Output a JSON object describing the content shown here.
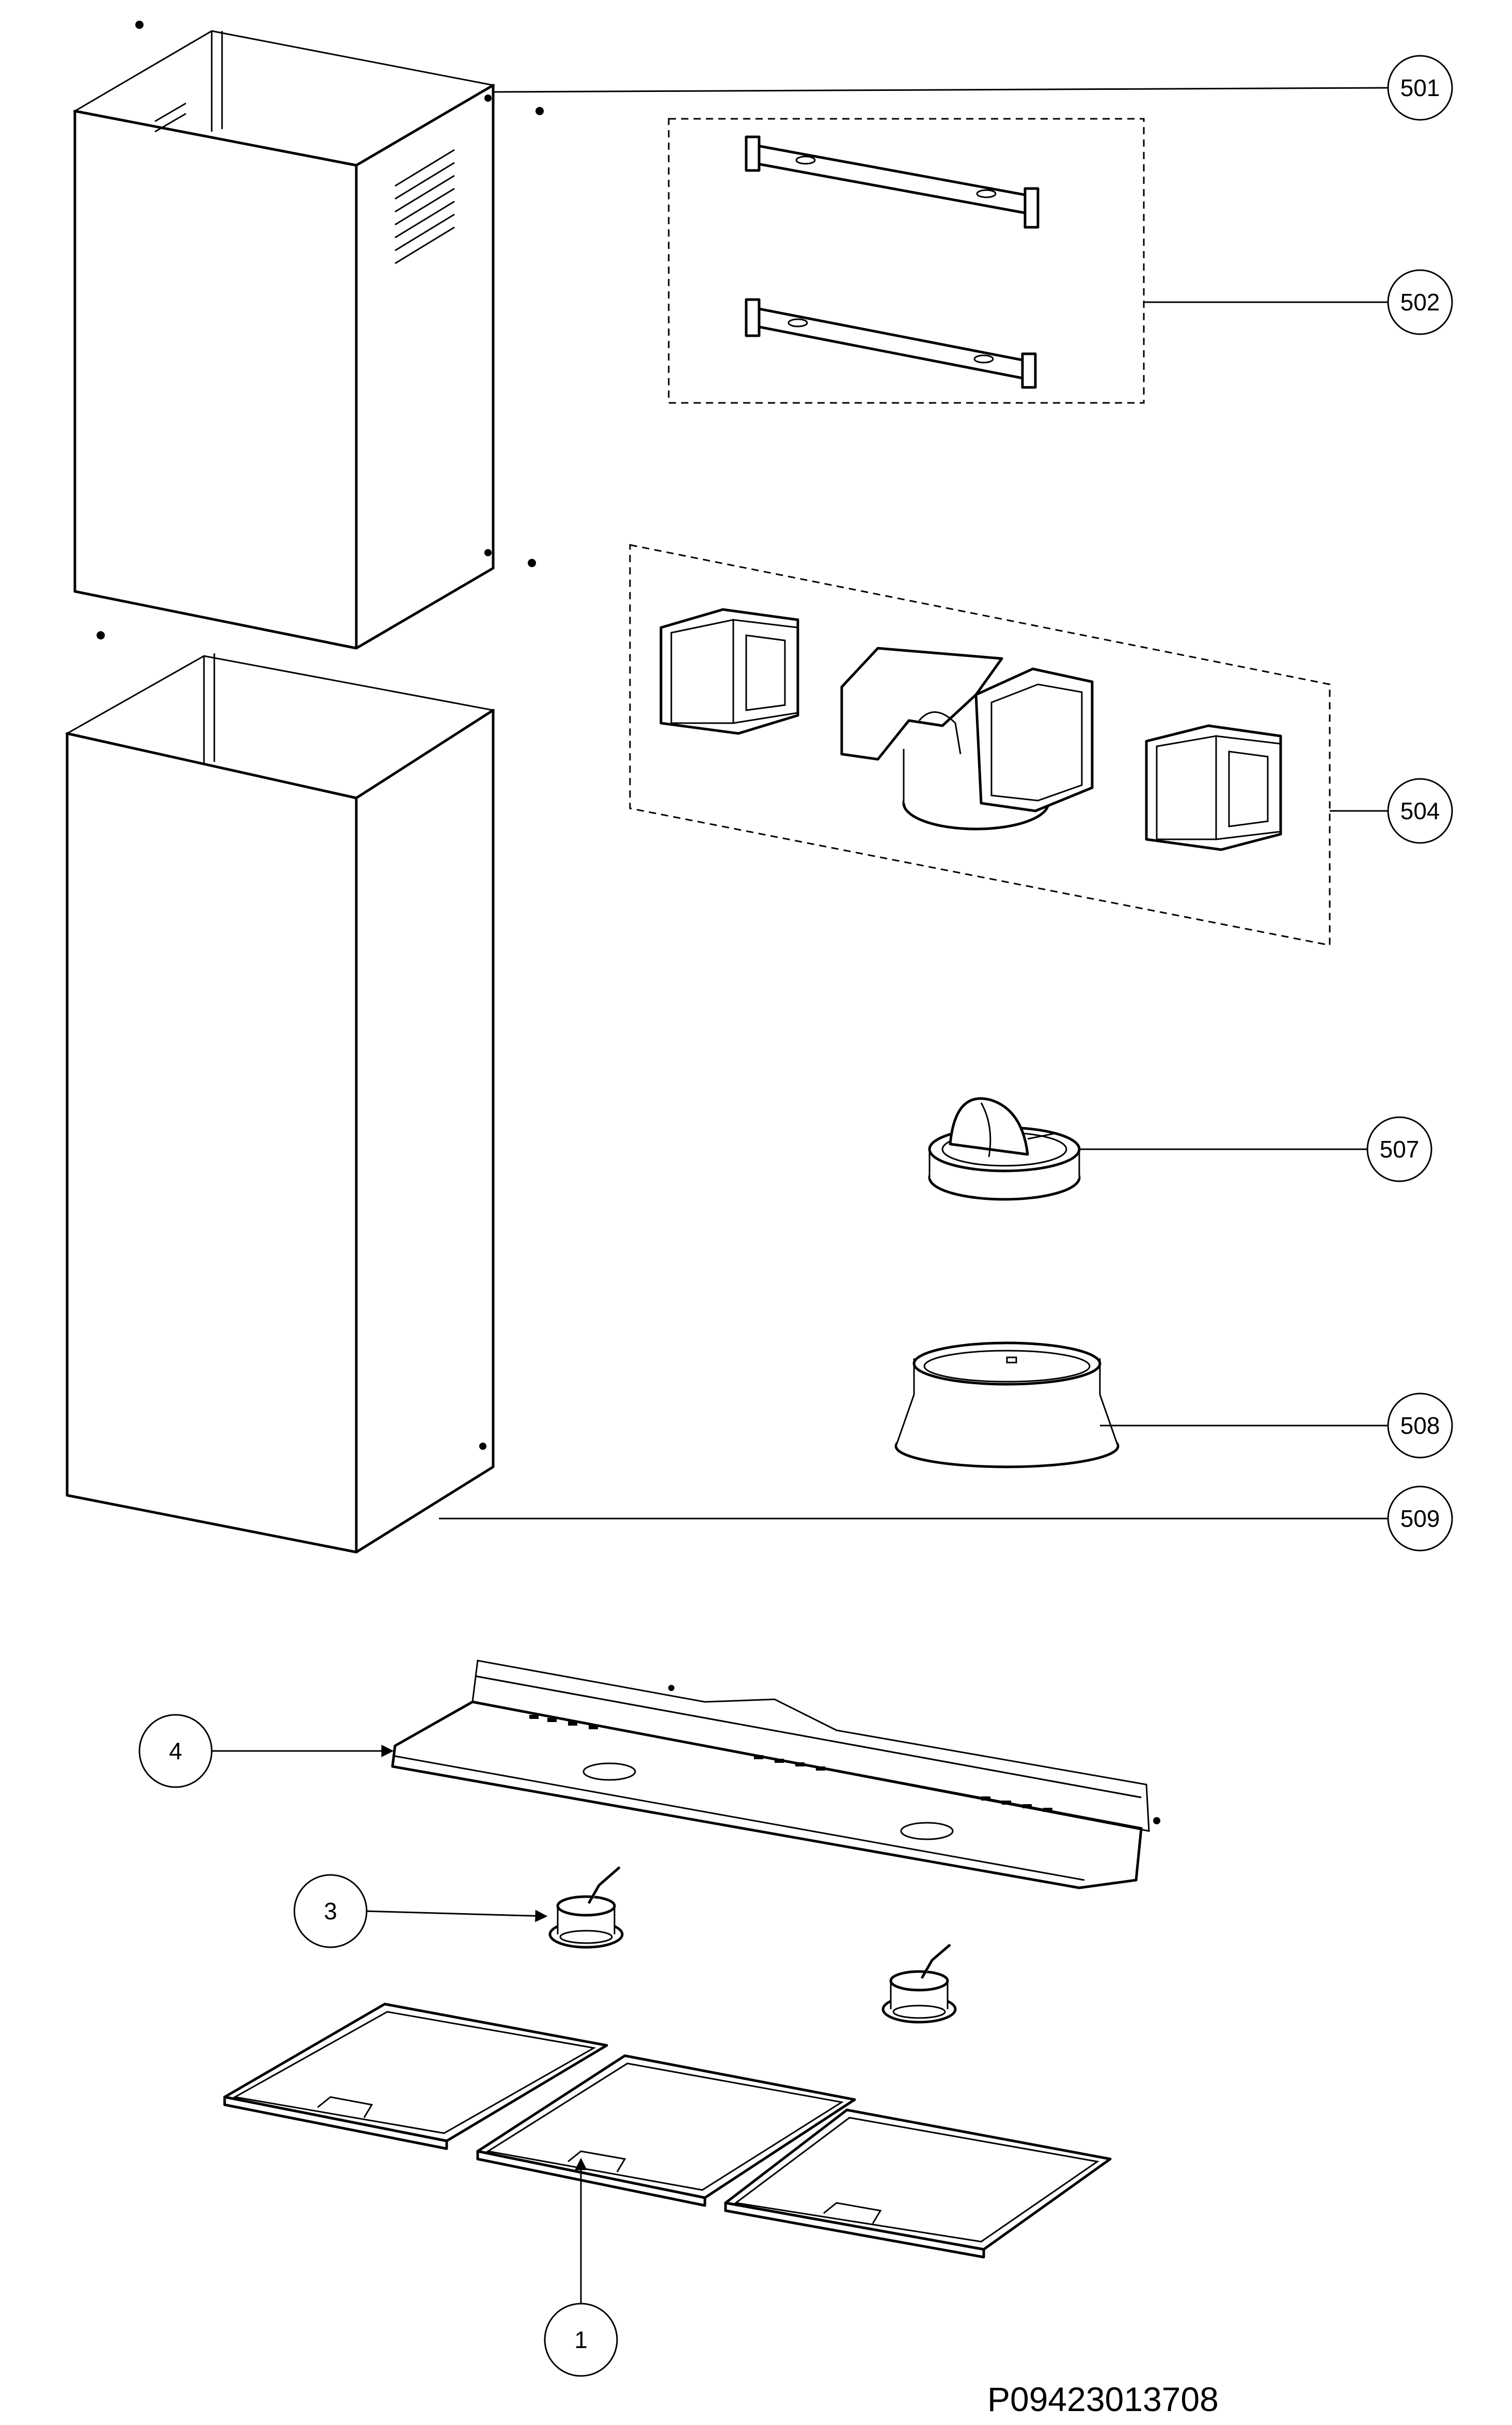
{
  "diagram": {
    "drawing_code": "P09423013708",
    "callouts": {
      "c501": "501",
      "c502": "502",
      "c504": "504",
      "c507": "507",
      "c508": "508",
      "c509": "509",
      "c4": "4",
      "c3": "3",
      "c1": "1"
    }
  }
}
